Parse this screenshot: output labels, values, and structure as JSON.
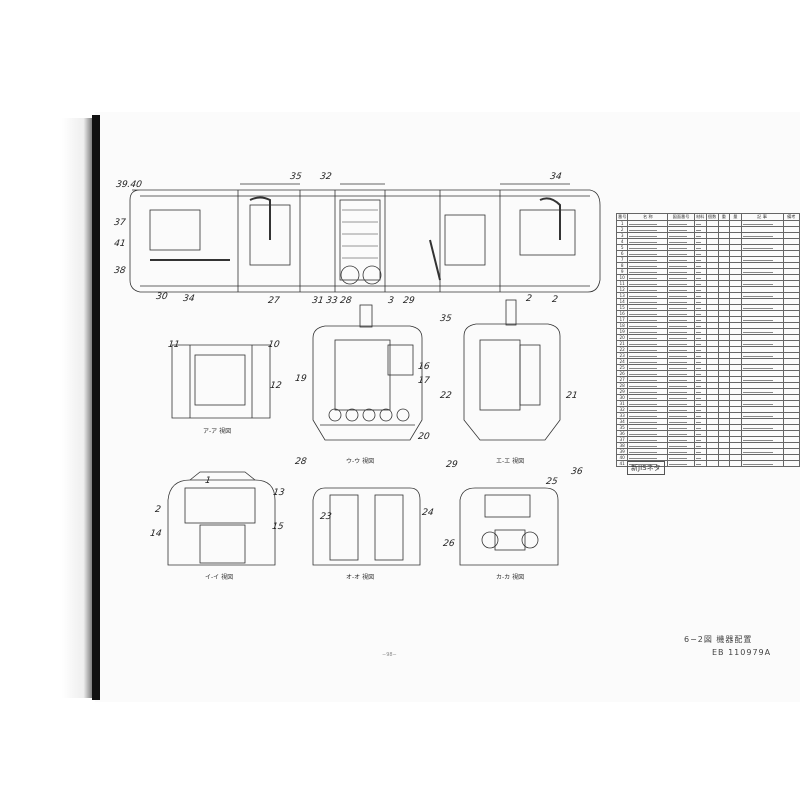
{
  "figure": {
    "caption": "6−2図 機器配置",
    "drawing_number": "EB 110979A",
    "page_number": "−98−",
    "stamp": "新JISネタ"
  },
  "views": [
    "ア-ア 視図",
    "ウ-ウ 視図",
    "エ-エ 視図",
    "イ-イ 視図",
    "オ-オ 視図",
    "カ-カ 視図"
  ],
  "callouts": [
    "39.40",
    "37",
    "41",
    "38",
    "30",
    "34",
    "27",
    "31",
    "33",
    "28",
    "3",
    "29",
    "35",
    "35",
    "32",
    "34",
    "2",
    "11",
    "10",
    "12",
    "19",
    "16",
    "17",
    "20",
    "28",
    "22",
    "21",
    "2",
    "23",
    "29",
    "36",
    "1",
    "2",
    "13",
    "14",
    "15",
    "23",
    "24",
    "25",
    "26"
  ],
  "parts_table": {
    "headers": [
      "番号",
      "名 称",
      "図面番号",
      "材料",
      "個数",
      "重",
      "量",
      "記 事",
      "備考"
    ],
    "rows": [
      "1",
      "2",
      "3",
      "4",
      "5",
      "6",
      "7",
      "8",
      "9",
      "10",
      "11",
      "12",
      "13",
      "14",
      "15",
      "16",
      "17",
      "18",
      "19",
      "20",
      "21",
      "22",
      "23",
      "24",
      "25",
      "26",
      "27",
      "28",
      "29",
      "30",
      "31",
      "32",
      "33",
      "34",
      "35",
      "36",
      "37",
      "38",
      "39",
      "40",
      "41"
    ]
  }
}
